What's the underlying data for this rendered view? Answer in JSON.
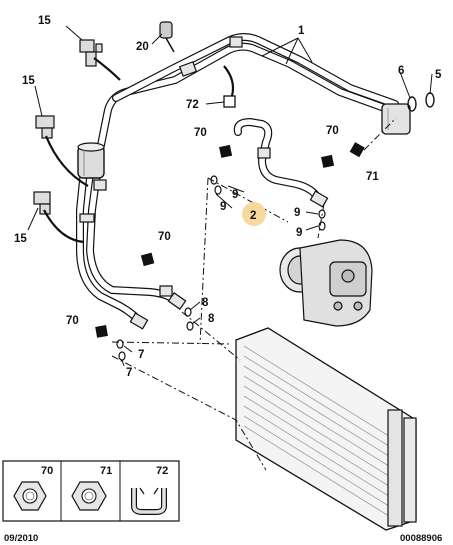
{
  "callouts": {
    "c1": "1",
    "c2": "2",
    "c5": "5",
    "c6": "6",
    "c7a": "7",
    "c7b": "7",
    "c8a": "8",
    "c8b": "8",
    "c9a": "9",
    "c9b": "9",
    "c9c": "9",
    "c9d": "9",
    "c15a": "15",
    "c15b": "15",
    "c15c": "15",
    "c20": "20",
    "c70a": "70",
    "c70b": "70",
    "c70c": "70",
    "c70d": "70",
    "c71": "71",
    "c72": "72"
  },
  "legend": {
    "items": [
      {
        "code": "70",
        "icon": "hex-nut-icon"
      },
      {
        "code": "71",
        "icon": "hex-nut-icon"
      },
      {
        "code": "72",
        "icon": "clip-icon"
      }
    ]
  },
  "footer": {
    "date": "09/2010",
    "ref": "00088906"
  },
  "colors": {
    "highlight": "#f7d9a0",
    "line": "#111111",
    "pipe": "#cfcfcf"
  }
}
